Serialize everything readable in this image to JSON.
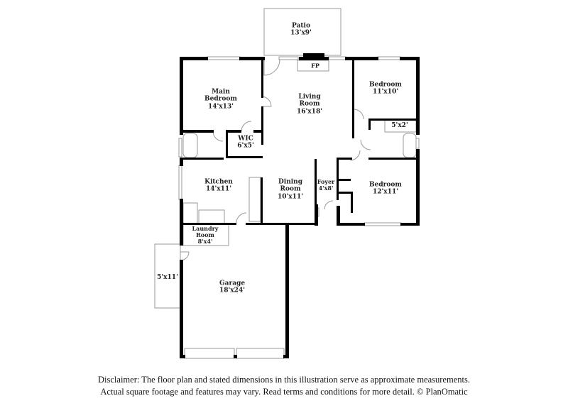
{
  "floorplan": {
    "rooms": [
      {
        "id": "patio",
        "name": "Patio",
        "dims": "13'x9'"
      },
      {
        "id": "fireplace",
        "name": "FP",
        "dims": ""
      },
      {
        "id": "main-bedroom",
        "name": "Main Bedroom",
        "line1": "Main",
        "line2": "Bedroom",
        "dims": "14'x13'"
      },
      {
        "id": "living-room",
        "name": "Living Room",
        "line1": "Living",
        "line2": "Room",
        "dims": "16'x18'"
      },
      {
        "id": "bedroom-1",
        "name": "Bedroom",
        "dims": "11'x10'"
      },
      {
        "id": "closet",
        "name": "",
        "dims": "5'x2'"
      },
      {
        "id": "wic",
        "name": "WIC",
        "dims": "6'x5'"
      },
      {
        "id": "kitchen",
        "name": "Kitchen",
        "dims": "14'x11'"
      },
      {
        "id": "dining-room",
        "name": "Dining Room",
        "line1": "Dining",
        "line2": "Room",
        "dims": "10'x11'"
      },
      {
        "id": "foyer",
        "name": "Foyer",
        "dims": "4'x8'"
      },
      {
        "id": "bedroom-2",
        "name": "Bedroom",
        "dims": "12'x11'"
      },
      {
        "id": "laundry-room",
        "name": "Laundry Room",
        "line1": "Laundry",
        "line2": "Room",
        "dims": "8'x4'"
      },
      {
        "id": "side-area",
        "name": "",
        "dims": "5'x11'"
      },
      {
        "id": "garage",
        "name": "Garage",
        "dims": "18'x24'"
      }
    ]
  },
  "disclaimer": {
    "line1": "Disclaimer: The floor plan and stated dimensions in this illustration serve as approximate measurements.",
    "line2": "Actual square footage and features may vary. Read terms and conditions for more detail. © PlanOmatic"
  }
}
